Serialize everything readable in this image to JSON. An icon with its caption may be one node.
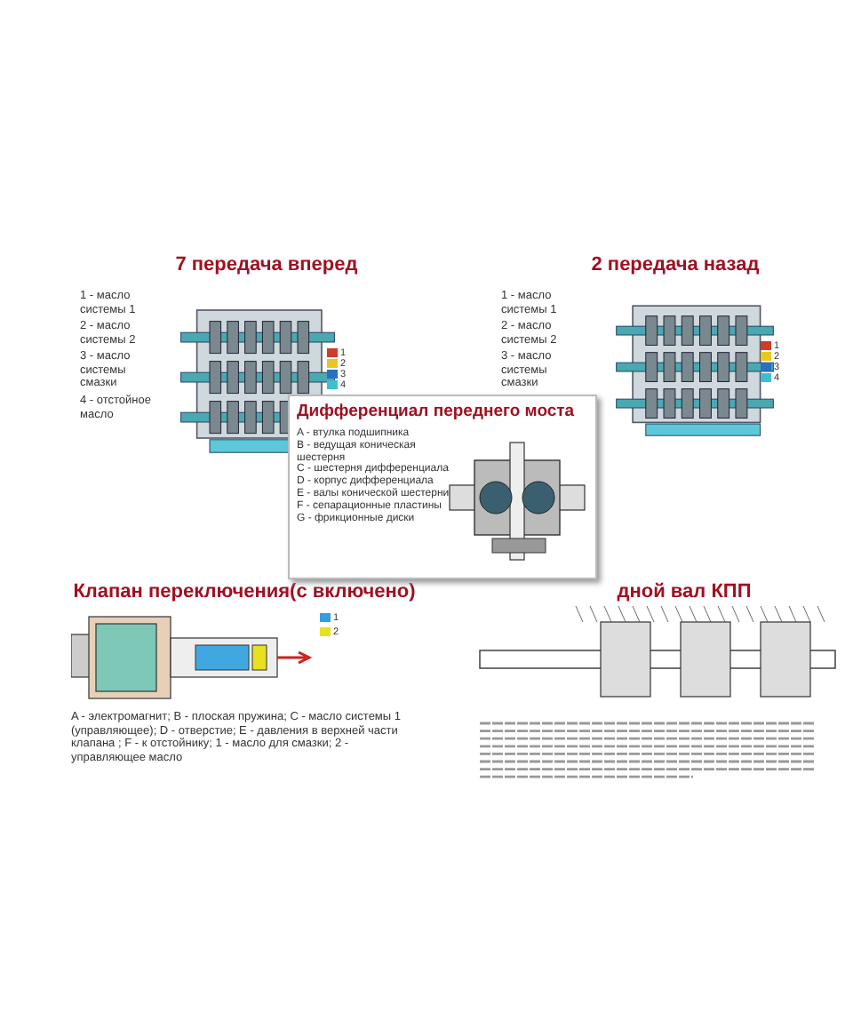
{
  "diagram": {
    "labels": [
      "7 передача вперед",
      "1 - масло системы 1",
      "2 - масло системы 2",
      "3 - масло системы смазки",
      "4 - отстойное масло",
      "2 передача назад",
      "1 - масло системы 1",
      "2 - масло системы 2",
      "3 - масло системы смазки",
      "Дифференциал переднего моста",
      "A - втулка подшипника",
      "B - ведущая коническая шестерня",
      "C - шестерня дифференциала",
      "D - корпус дифференциала",
      "E - валы конической шестерни",
      "F - сепарационные пластины",
      "G - фрикционные диски",
      "Клапан переключения(с включено)",
      "A - электромагнит; B - плоская пружина; C - масло системы 1 (управляющее); D - отверстие; E - давления в верхней части клапана ; F - к отстойнику; 1 - масло для смазки; 2 - управляющее масло",
      "дной вал КПП"
    ],
    "legend": [
      {
        "text": "1",
        "color": "#d23a2a"
      },
      {
        "text": "2",
        "color": "#e8c820"
      },
      {
        "text": "3",
        "color": "#2a6fc0"
      },
      {
        "text": "4",
        "color": "#3cc0d0"
      },
      {
        "text": "1",
        "color": "#d23a2a"
      },
      {
        "text": "2",
        "color": "#e8c820"
      },
      {
        "text": "3",
        "color": "#2a6fc0"
      },
      {
        "text": "4",
        "color": "#3cc0d0"
      },
      {
        "text": "1",
        "color": "#30a0e0"
      },
      {
        "text": "2",
        "color": "#e8e020"
      }
    ]
  }
}
